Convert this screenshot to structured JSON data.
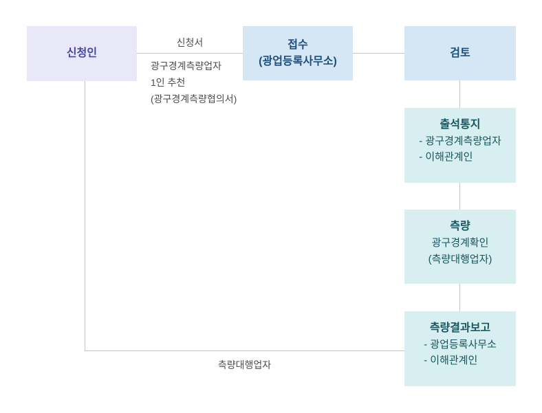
{
  "colors": {
    "canvas_bg": "#ffffff",
    "lavender_box_bg": "#e9e8f8",
    "lavender_box_text": "#4747a1",
    "blue_box_bg": "#d5e6f5",
    "blue_box_text": "#1c4f7c",
    "teal_box_bg": "#d7eff1",
    "teal_box_text": "#17555e",
    "connector_line": "#c4c4c4",
    "label_text": "#4d4d4d"
  },
  "flowchart": {
    "nodes": {
      "applicant": {
        "label": "신청인"
      },
      "reception": {
        "title": "접수",
        "subtitle": "(광업등록사무소)"
      },
      "review": {
        "title": "검토"
      },
      "attendance_notice": {
        "title": "출석통지",
        "items": [
          "- 광구경계측량업자",
          "- 이해관계인"
        ]
      },
      "survey": {
        "title": "측량",
        "line2": "광구경계확인",
        "line3": "(측량대행업자)"
      },
      "result_report": {
        "title": "측량결과보고",
        "items": [
          "- 광업등록사무소",
          "- 이해관계인"
        ]
      }
    },
    "edge_labels": {
      "application_form": "신청서",
      "recommendation_line1": "광구경계측량업자",
      "recommendation_line2": "1인 추천",
      "recommendation_line3": "(광구경계측량협의서)",
      "survey_agent": "측량대행업자"
    }
  }
}
